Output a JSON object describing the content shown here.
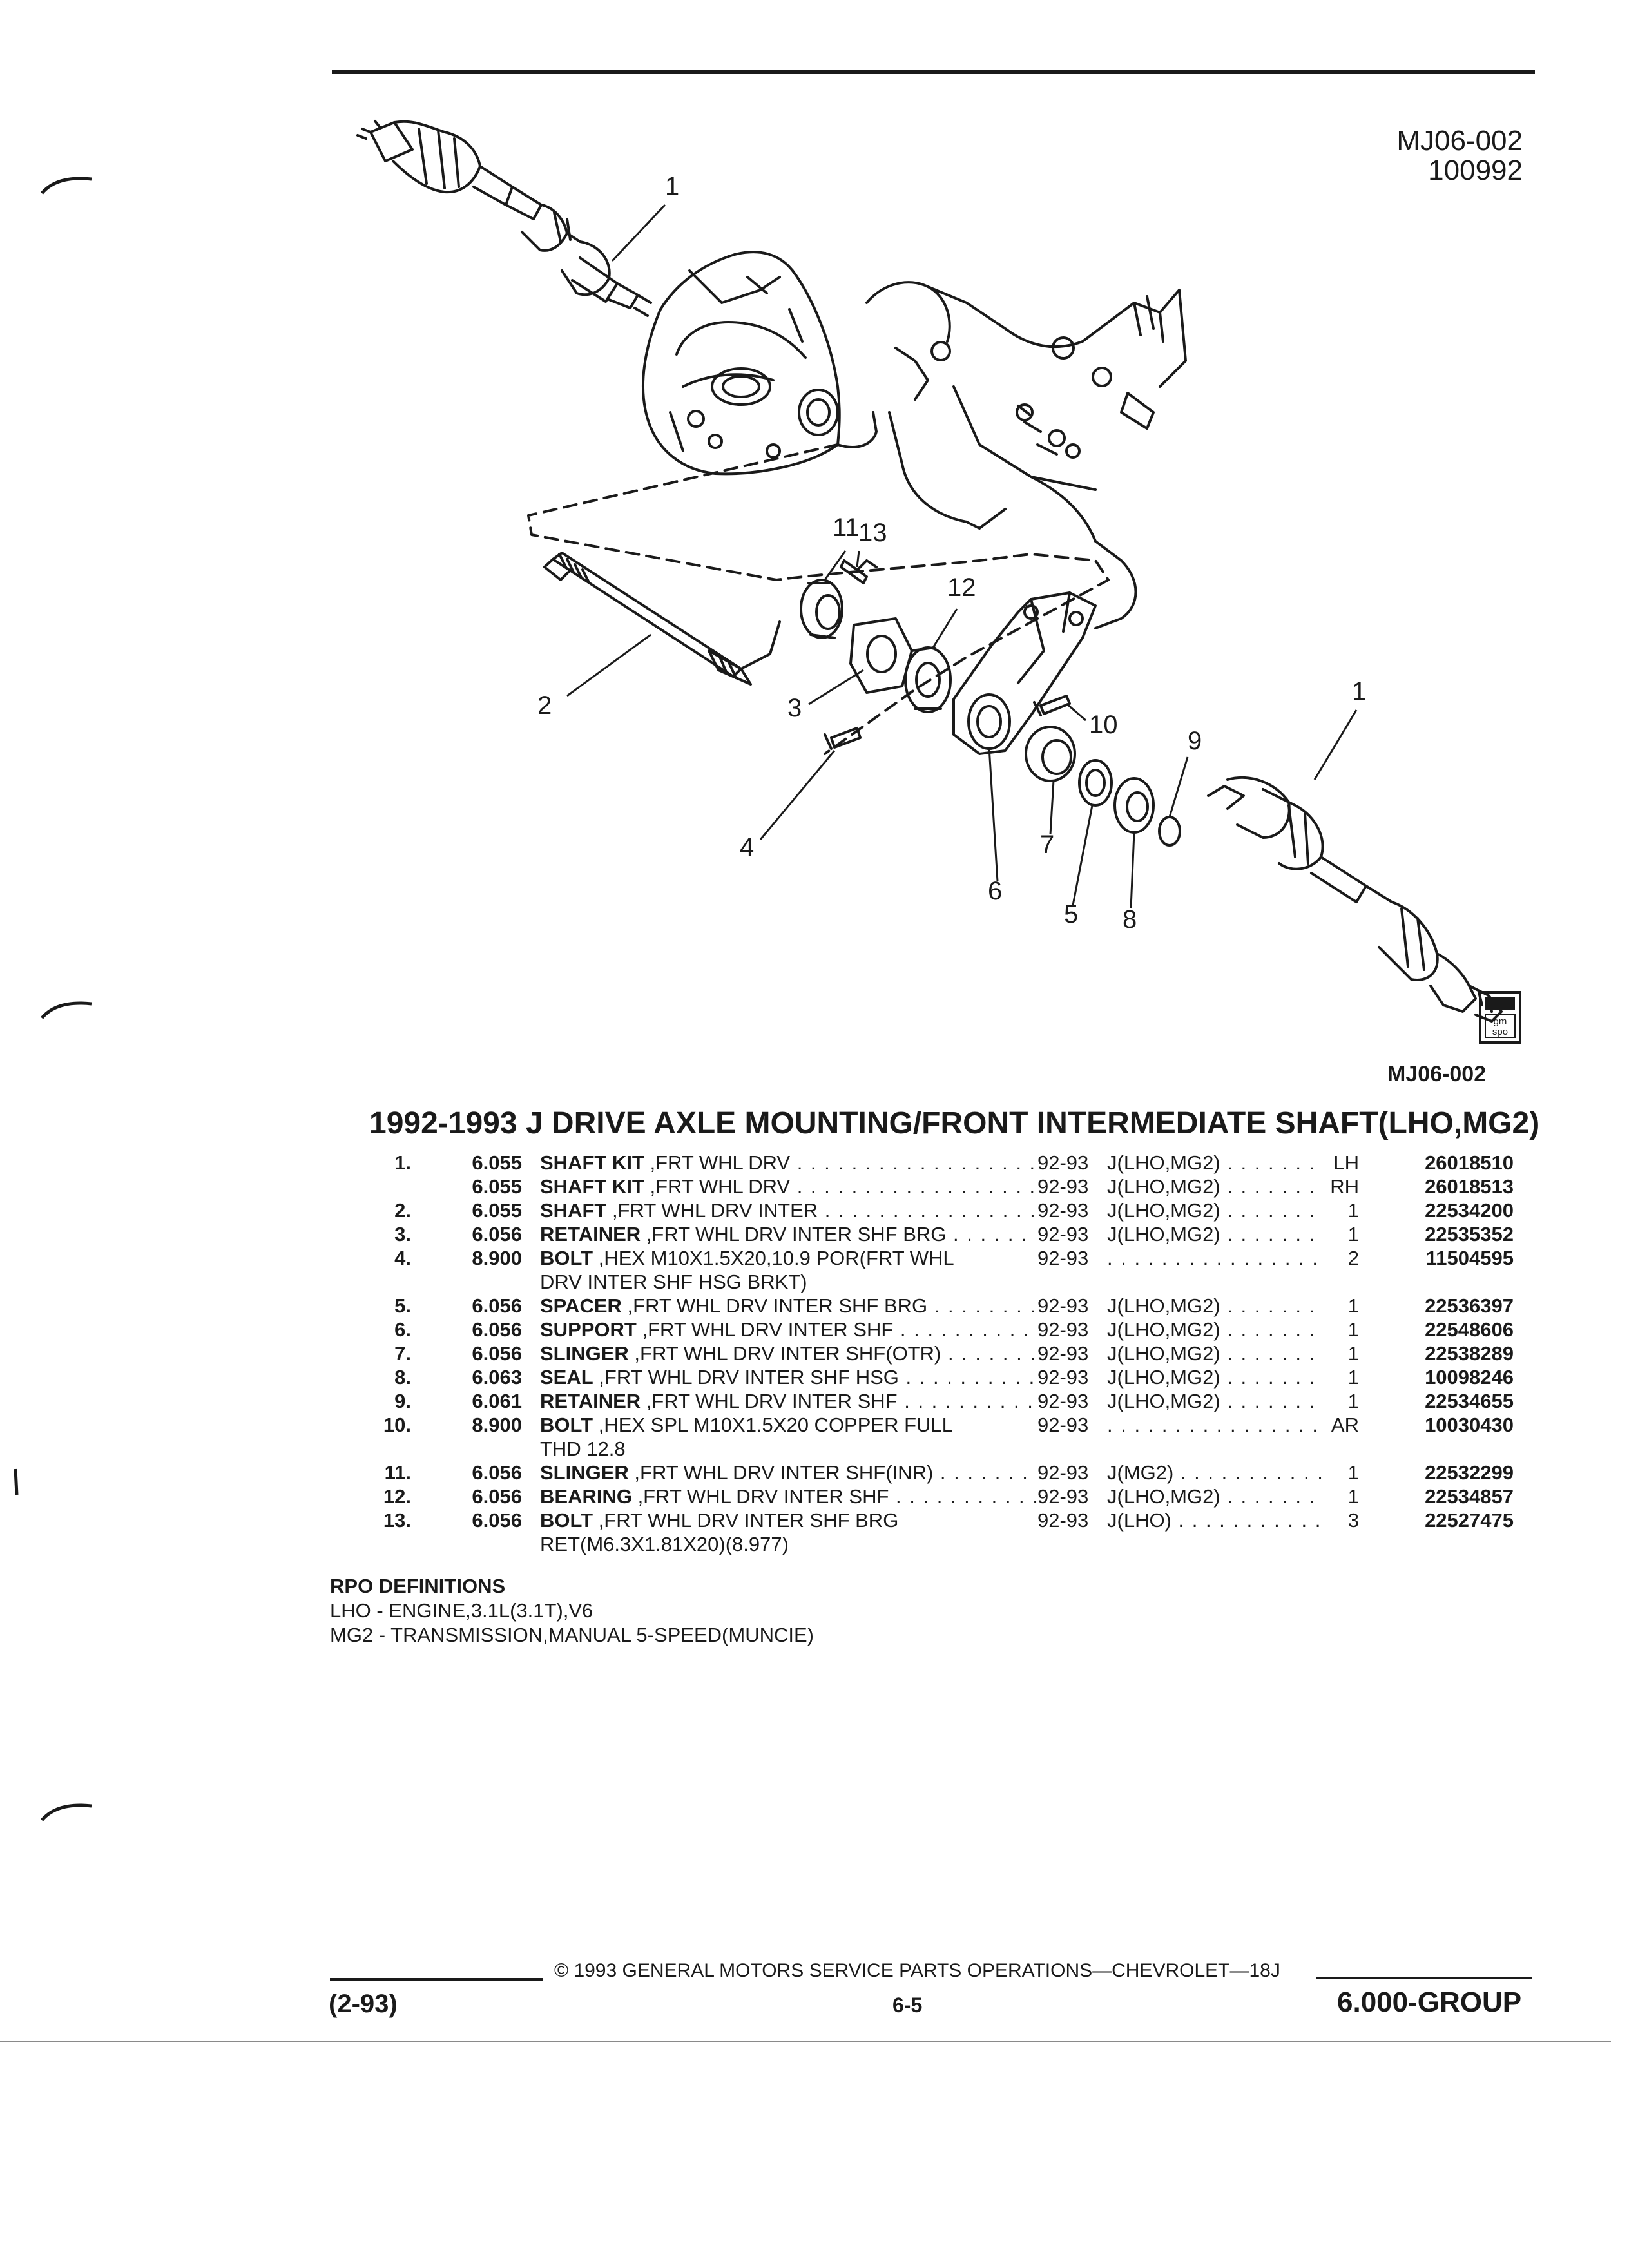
{
  "header": {
    "code": "MJ06-002",
    "date": "100992"
  },
  "diagram": {
    "callouts": [
      "1",
      "1",
      "2",
      "3",
      "4",
      "5",
      "6",
      "7",
      "8",
      "9",
      "10",
      "11",
      "12",
      "13"
    ],
    "figure_label": "MJ06-002",
    "badge": [
      "gm",
      "spo"
    ]
  },
  "section": {
    "title": "1992-1993 J DRIVE AXLE MOUNTING/FRONT INTERMEDIATE SHAFT(LHO,MG2)"
  },
  "parts": [
    {
      "ref": "1.",
      "group": "6.055",
      "name": "SHAFT KIT",
      "desc": " ,FRT WHL DRV",
      "years": "92-93",
      "model": "J(LHO,MG2)",
      "qty": "LH",
      "part_no": "26018510"
    },
    {
      "ref": "",
      "group": "6.055",
      "name": "SHAFT KIT",
      "desc": " ,FRT WHL DRV",
      "years": "92-93",
      "model": "J(LHO,MG2)",
      "qty": "RH",
      "part_no": "26018513"
    },
    {
      "ref": "2.",
      "group": "6.055",
      "name": "SHAFT",
      "desc": " ,FRT WHL DRV INTER",
      "years": "92-93",
      "model": "J(LHO,MG2)",
      "qty": "1",
      "part_no": "22534200"
    },
    {
      "ref": "3.",
      "group": "6.056",
      "name": "RETAINER",
      "desc": " ,FRT WHL DRV INTER SHF BRG",
      "years": "92-93",
      "model": "J(LHO,MG2)",
      "qty": "1",
      "part_no": "22535352"
    },
    {
      "ref": "4.",
      "group": "8.900",
      "name": "BOLT",
      "desc": " ,HEX M10X1.5X20,10.9 POR(FRT WHL",
      "cont": "DRV INTER SHF HSG BRKT)",
      "years": "92-93",
      "model": "",
      "qty": "2",
      "part_no": "11504595"
    },
    {
      "ref": "5.",
      "group": "6.056",
      "name": "SPACER",
      "desc": " ,FRT WHL DRV INTER SHF BRG",
      "years": "92-93",
      "model": "J(LHO,MG2)",
      "qty": "1",
      "part_no": "22536397"
    },
    {
      "ref": "6.",
      "group": "6.056",
      "name": "SUPPORT",
      "desc": " ,FRT WHL DRV INTER SHF",
      "years": "92-93",
      "model": "J(LHO,MG2)",
      "qty": "1",
      "part_no": "22548606"
    },
    {
      "ref": "7.",
      "group": "6.056",
      "name": "SLINGER",
      "desc": " ,FRT WHL DRV INTER SHF(OTR)",
      "years": "92-93",
      "model": "J(LHO,MG2)",
      "qty": "1",
      "part_no": "22538289"
    },
    {
      "ref": "8.",
      "group": "6.063",
      "name": "SEAL",
      "desc": " ,FRT WHL DRV INTER SHF HSG",
      "years": "92-93",
      "model": "J(LHO,MG2)",
      "qty": "1",
      "part_no": "10098246"
    },
    {
      "ref": "9.",
      "group": "6.061",
      "name": "RETAINER",
      "desc": " ,FRT WHL DRV INTER SHF",
      "years": "92-93",
      "model": "J(LHO,MG2)",
      "qty": "1",
      "part_no": "22534655"
    },
    {
      "ref": "10.",
      "group": "8.900",
      "name": "BOLT",
      "desc": " ,HEX SPL M10X1.5X20 COPPER FULL",
      "cont": "THD 12.8",
      "years": "92-93",
      "model": "",
      "qty": "AR",
      "part_no": "10030430"
    },
    {
      "ref": "11.",
      "group": "6.056",
      "name": "SLINGER",
      "desc": " ,FRT WHL DRV INTER SHF(INR)",
      "years": "92-93",
      "model": "J(MG2)",
      "qty": "1",
      "part_no": "22532299"
    },
    {
      "ref": "12.",
      "group": "6.056",
      "name": "BEARING",
      "desc": " ,FRT WHL DRV INTER SHF",
      "years": "92-93",
      "model": "J(LHO,MG2)",
      "qty": "1",
      "part_no": "22534857"
    },
    {
      "ref": "13.",
      "group": "6.056",
      "name": "BOLT",
      "desc": " ,FRT WHL DRV INTER SHF BRG",
      "cont": "RET(M6.3X1.81X20)(8.977)",
      "years": "92-93",
      "model": "J(LHO)",
      "qty": "3",
      "part_no": "22527475"
    }
  ],
  "rpo": {
    "heading": "RPO DEFINITIONS",
    "lines": [
      "LHO - ENGINE,3.1L(3.1T),V6",
      "MG2 - TRANSMISSION,MANUAL 5-SPEED(MUNCIE)"
    ]
  },
  "footer": {
    "copyright": "© 1993 GENERAL MOTORS SERVICE PARTS OPERATIONS—CHEVROLET—18J",
    "revision": "(2-93)",
    "page": "6-5",
    "group": "6.000-GROUP"
  },
  "colors": {
    "ink": "#1a1a1a",
    "paper": "#ffffff"
  }
}
